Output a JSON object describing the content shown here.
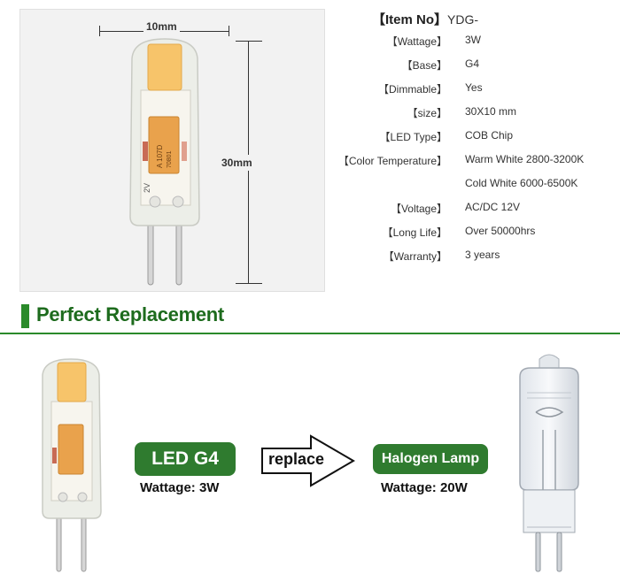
{
  "dimensions": {
    "width_label": "10mm",
    "height_label": "30mm"
  },
  "chip_marking": {
    "line1": "A 107D",
    "line2": "70801",
    "side": "2V"
  },
  "specs": {
    "item_no_label": "【Item No】",
    "item_no_value": "YDG-",
    "rows": [
      {
        "label": "【Wattage】",
        "value": "3W"
      },
      {
        "label": "【Base】",
        "value": "G4"
      },
      {
        "label": "【Dimmable】",
        "value": "Yes"
      },
      {
        "label": "【size】",
        "value": "30X10 mm"
      },
      {
        "label": "【LED Type】",
        "value": "COB Chip"
      },
      {
        "label": "【Color Temperature】",
        "value": "Warm White 2800-3200K"
      },
      {
        "label": "",
        "value": "Cold White 6000-6500K"
      },
      {
        "label": "【Voltage】",
        "value": "AC/DC 12V"
      },
      {
        "label": "【Long Life】",
        "value": "Over 50000hrs"
      },
      {
        "label": "【Warranty】",
        "value": "3 years"
      }
    ]
  },
  "section": {
    "title": "Perfect Replacement"
  },
  "comparison": {
    "led_label": "LED G4",
    "led_wattage": "Wattage: 3W",
    "arrow_label": "replace",
    "halogen_label": "Halogen Lamp",
    "halogen_wattage": "Wattage: 20W"
  },
  "colors": {
    "accent_green": "#2f7b2f",
    "cob_yellow": "#f7c46a",
    "chip_orange": "#e9a24c"
  }
}
